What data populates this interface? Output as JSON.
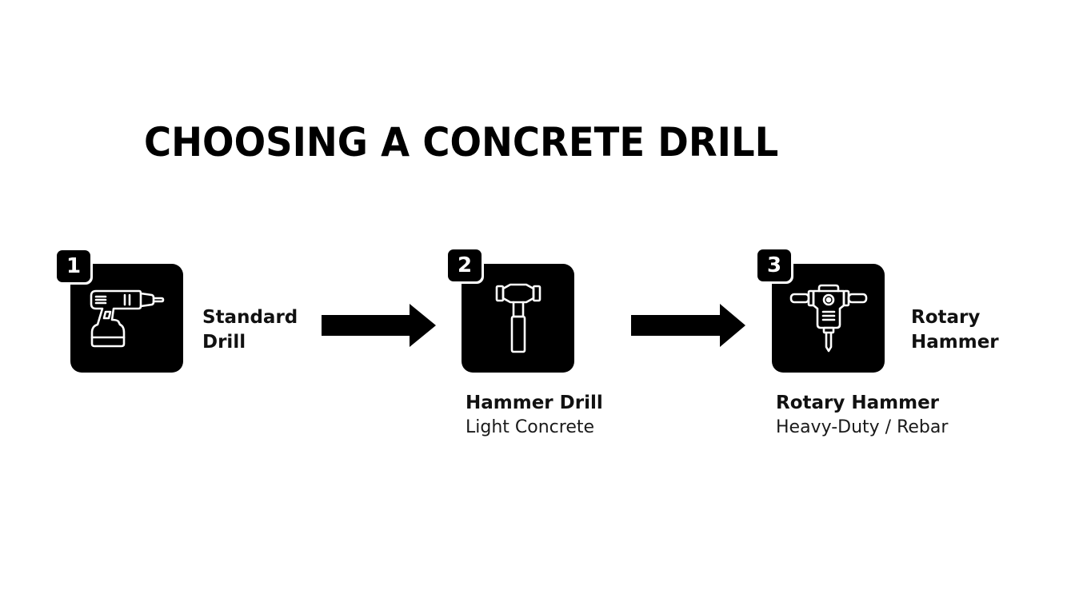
{
  "title": "CHOOSING A CONCRETE DRILL",
  "colors": {
    "background": "#ffffff",
    "box": "#000000",
    "icon_stroke": "#ffffff",
    "text": "#111111"
  },
  "steps": [
    {
      "number": "1",
      "icon": "cordless-drill-icon",
      "side_label_line1": "Standard",
      "side_label_line2": "Drill"
    },
    {
      "number": "2",
      "icon": "hammer-icon",
      "below_title": "Hammer Drill",
      "below_subtitle": "Light Concrete"
    },
    {
      "number": "3",
      "icon": "rotary-hammer-icon",
      "side_label_line1": "Rotary",
      "side_label_line2": "Hammer",
      "below_title": "Rotary Hammer",
      "below_subtitle": "Heavy-Duty / Rebar"
    }
  ],
  "connectors": [
    {
      "from": "1",
      "to": "2",
      "icon": "arrow-right-icon"
    },
    {
      "from": "2",
      "to": "3",
      "icon": "arrow-right-icon"
    }
  ]
}
